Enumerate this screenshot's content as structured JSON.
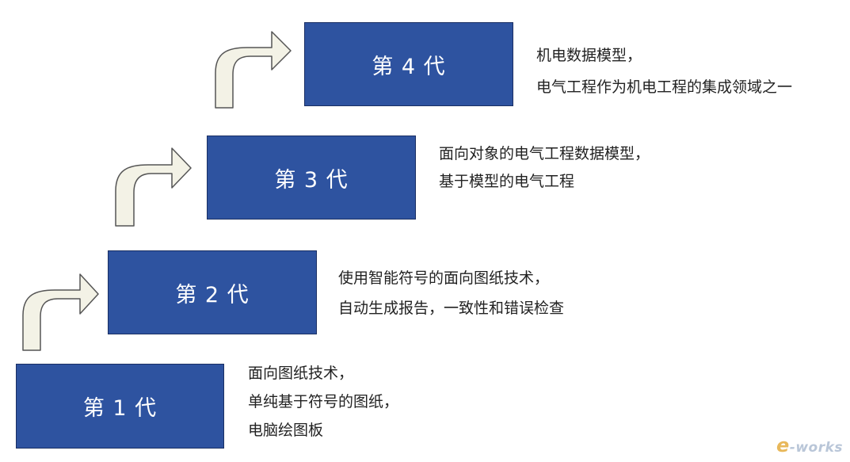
{
  "generations": [
    {
      "label": "第 1 代",
      "description": [
        "面向图纸技术，",
        "单纯基于符号的图纸，",
        "电脑绘图板"
      ]
    },
    {
      "label": "第 2 代",
      "description": [
        "使用智能符号的面向图纸技术，",
        "自动生成报告，一致性和错误检查"
      ]
    },
    {
      "label": "第 3 代",
      "description": [
        "面向对象的电气工程数据模型，",
        "基于模型的电气工程"
      ]
    },
    {
      "label": "第 4 代",
      "description": [
        "机电数据模型，",
        "电气工程作为机电工程的集成领域之一"
      ]
    }
  ],
  "logo": {
    "first": "e",
    "rest": "-works"
  },
  "colors": {
    "box": "#2e53a0",
    "box_border": "#1a2f63",
    "arrow_fill": "#f3f2e6",
    "arrow_stroke": "#555555"
  }
}
